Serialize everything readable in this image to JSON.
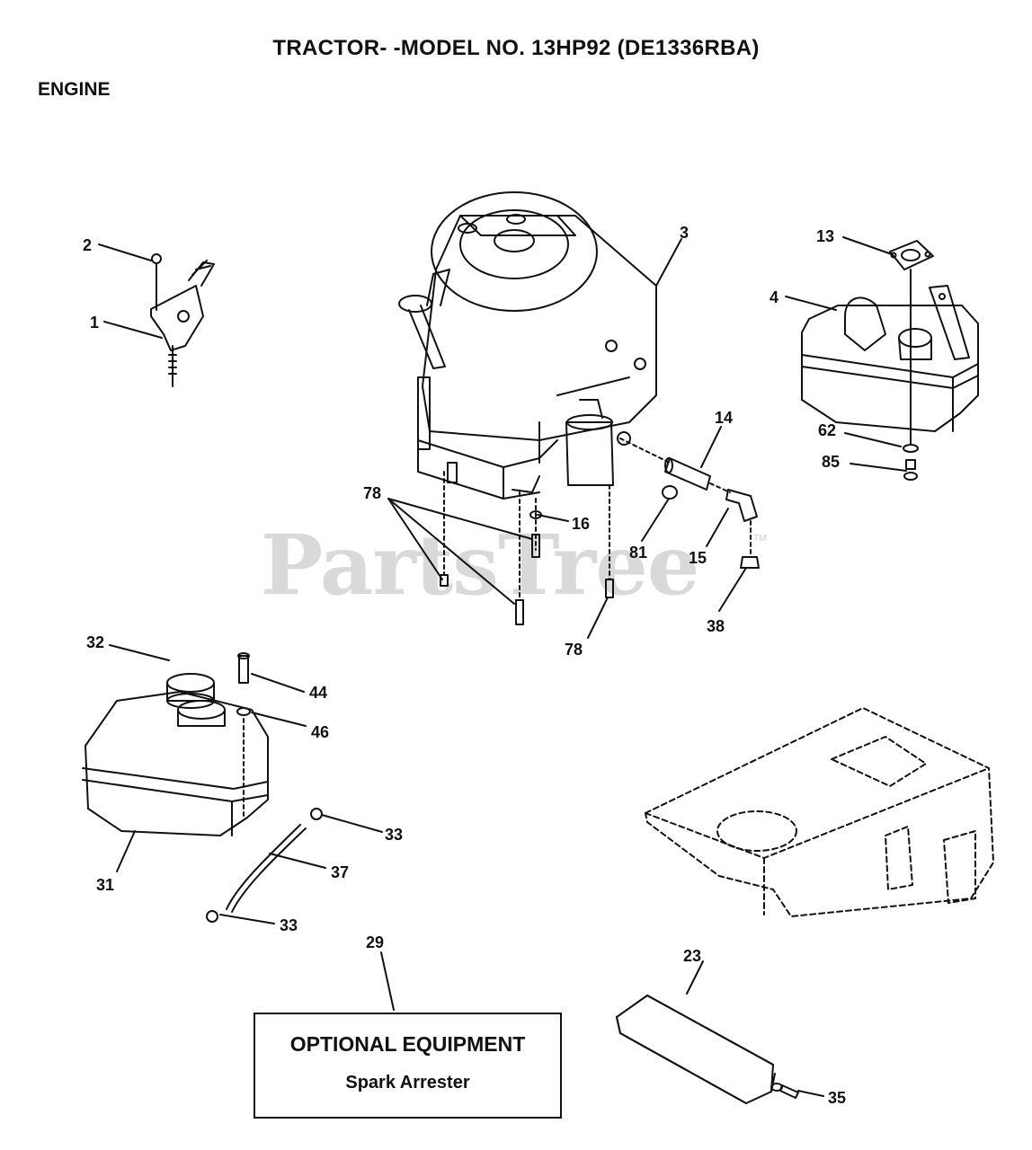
{
  "title": "TRACTOR- -MODEL NO. 13HP92 (DE1336RBA)",
  "section": "ENGINE",
  "watermark": "PartsTree",
  "watermark_mark": "TM",
  "callouts": {
    "c2": "2",
    "c1": "1",
    "c3": "3",
    "c13": "13",
    "c4": "4",
    "c14": "14",
    "c62": "62",
    "c85": "85",
    "c78a": "78",
    "c16": "16",
    "c81": "81",
    "c15": "15",
    "c38": "38",
    "c78b": "78",
    "c32": "32",
    "c44": "44",
    "c46": "46",
    "c33a": "33",
    "c37": "37",
    "c31": "31",
    "c33b": "33",
    "c29": "29",
    "c23": "23",
    "c35": "35"
  },
  "optional_box": {
    "title": "OPTIONAL EQUIPMENT",
    "subtitle": "Spark Arrester"
  }
}
